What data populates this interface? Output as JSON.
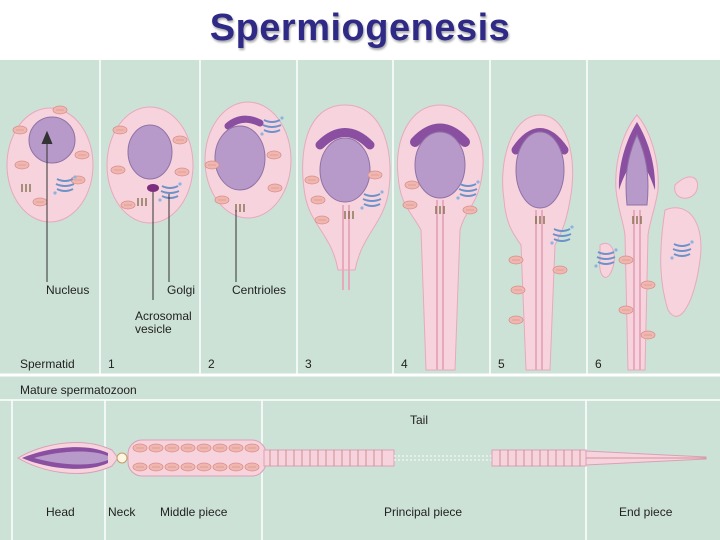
{
  "title": "Spermiogenesis",
  "upper_panel": {
    "labels": {
      "nucleus": "Nucleus",
      "golgi": "Golgi",
      "acrosomal_line1": "Acrosomal",
      "acrosomal_line2": "vesicle",
      "centrioles": "Centrioles"
    },
    "stage_row": {
      "first": "Spermatid",
      "stages": [
        "1",
        "2",
        "3",
        "4",
        "5",
        "6"
      ]
    }
  },
  "lower_panel": {
    "heading": "Mature spermatozoon",
    "tail_label": "Tail",
    "parts": [
      "Head",
      "Neck",
      "Middle piece",
      "Principal piece",
      "End piece"
    ]
  },
  "colors": {
    "background": "#cde2d7",
    "cell": "#f7d3de",
    "nucleus": "#b79ac9",
    "acrosome": "#8a4fa0",
    "mitochondria": "#f0b7b0",
    "golgi": "#8fb3df",
    "title": "#2e2a86"
  }
}
